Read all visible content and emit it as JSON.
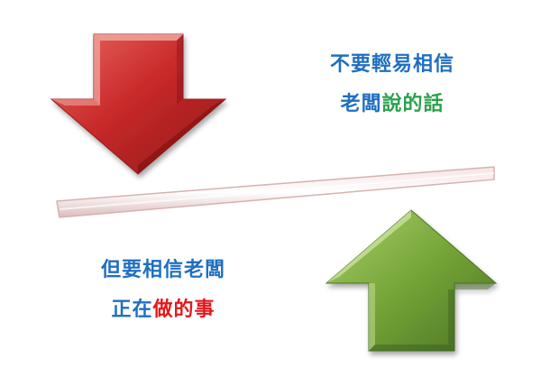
{
  "top_message": {
    "line1": "不要輕易相信",
    "line2_a": "老闆",
    "line2_b": "說的話"
  },
  "bottom_message": {
    "line1": "但要相信老闆",
    "line2_a": "正在",
    "line2_b": "做的事"
  },
  "icons": {
    "down_arrow": "red-down-arrow-icon",
    "up_arrow": "green-up-arrow-icon"
  },
  "colors": {
    "blue_text": "#1f6fc2",
    "green_text": "#2aa14b",
    "red_text": "#e4181c",
    "down_arrow": "#c8262a",
    "up_arrow": "#6d9a32"
  }
}
